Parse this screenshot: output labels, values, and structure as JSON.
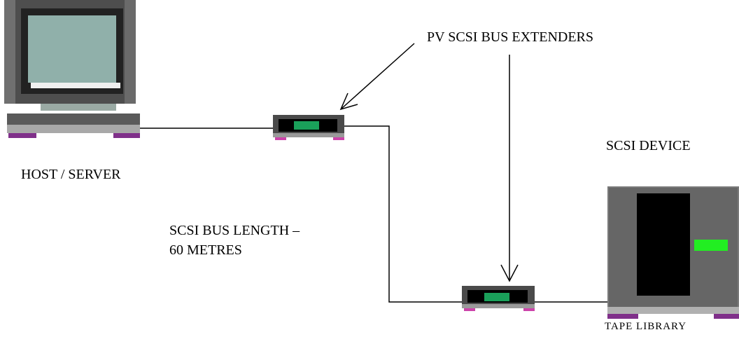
{
  "labels": {
    "extenders": "PV SCSI BUS EXTENDERS",
    "host": "HOST / SERVER",
    "device": "SCSI  DEVICE",
    "bus_length_line1": "SCSI BUS LENGTH  –",
    "bus_length_line2": "60 METRES",
    "tape_library": "TAPE LIBRARY"
  },
  "colors": {
    "screen": "#90b0aa",
    "bezel": "#5a5a5a",
    "case": "#4e4e4e",
    "base_light": "#a8a8a8",
    "feet": "#80308a",
    "extender_window": "#1aa05a",
    "indicator": "#22ee22",
    "slot": "#000000"
  }
}
